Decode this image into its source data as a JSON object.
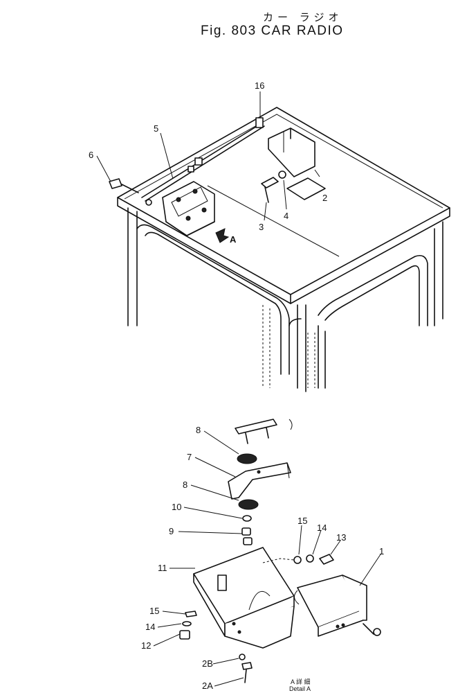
{
  "title": {
    "japanese": "カー ラジオ",
    "english": "Fig. 803 CAR RADIO"
  },
  "callouts": {
    "top": [
      {
        "id": "c16",
        "text": "16"
      },
      {
        "id": "c5",
        "text": "5"
      },
      {
        "id": "c6",
        "text": "6"
      },
      {
        "id": "c2",
        "text": "2"
      },
      {
        "id": "c4",
        "text": "4"
      },
      {
        "id": "c3",
        "text": "3"
      },
      {
        "id": "cA",
        "text": "A"
      }
    ],
    "bottom": [
      {
        "id": "b8a",
        "text": "8"
      },
      {
        "id": "b7",
        "text": "7"
      },
      {
        "id": "b8b",
        "text": "8"
      },
      {
        "id": "b10",
        "text": "10"
      },
      {
        "id": "b9",
        "text": "9"
      },
      {
        "id": "b15a",
        "text": "15"
      },
      {
        "id": "b14a",
        "text": "14"
      },
      {
        "id": "b13",
        "text": "13"
      },
      {
        "id": "b1",
        "text": "1"
      },
      {
        "id": "b11",
        "text": "11"
      },
      {
        "id": "b15b",
        "text": "15"
      },
      {
        "id": "b14b",
        "text": "14"
      },
      {
        "id": "b12",
        "text": "12"
      },
      {
        "id": "b2B",
        "text": "2B"
      },
      {
        "id": "b2A",
        "text": "2A"
      }
    ]
  },
  "detail": {
    "jp": "A 詳 細",
    "en": "Detail  A"
  }
}
